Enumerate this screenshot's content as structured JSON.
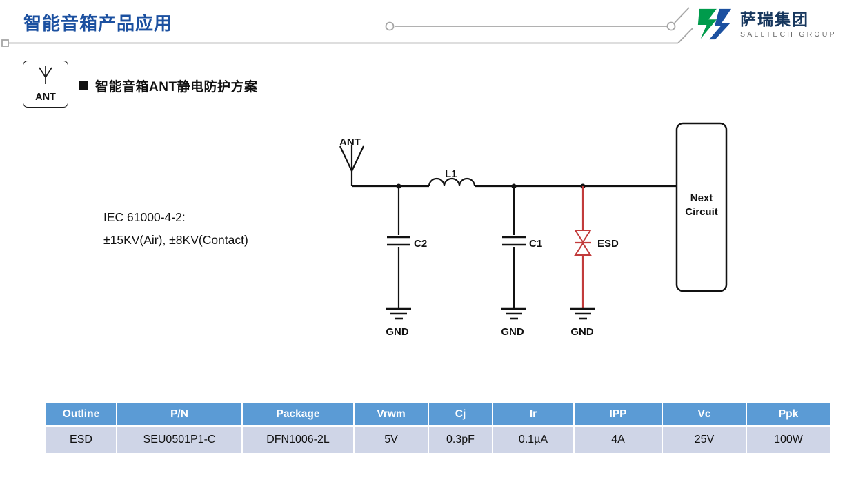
{
  "slide": {
    "title": "智能音箱产品应用"
  },
  "logo": {
    "cn": "萨瑞集团",
    "en": "SALLTECH GROUP"
  },
  "ant_box": {
    "label": "ANT"
  },
  "section": {
    "heading": "智能音箱ANT静电防护方案"
  },
  "notes": {
    "iec_line1": "IEC 61000-4-2:",
    "iec_line2": "±15KV(Air), ±8KV(Contact)"
  },
  "circuit": {
    "ant_label": "ANT",
    "l1_label": "L1",
    "c2_label": "C2",
    "c1_label": "C1",
    "esd_label": "ESD",
    "gnd": [
      "GND",
      "GND",
      "GND"
    ],
    "next_line1": "Next",
    "next_line2": "Circuit"
  },
  "table": {
    "headers": [
      "Outline",
      "P/N",
      "Package",
      "Vrwm",
      "Cj",
      "Ir",
      "IPP",
      "Vc",
      "Ppk"
    ],
    "rows": [
      [
        "ESD",
        "SEU0501P1-C",
        "DFN1006-2L",
        "5V",
        "0.3pF",
        "0.1µA",
        "4A",
        "25V",
        "100W"
      ]
    ]
  },
  "colors": {
    "title_blue": "#1B50A0",
    "esd_red": "#C23B3B",
    "table_header_bg": "#5B9BD5",
    "table_row_bg": "#CFD5E7"
  }
}
